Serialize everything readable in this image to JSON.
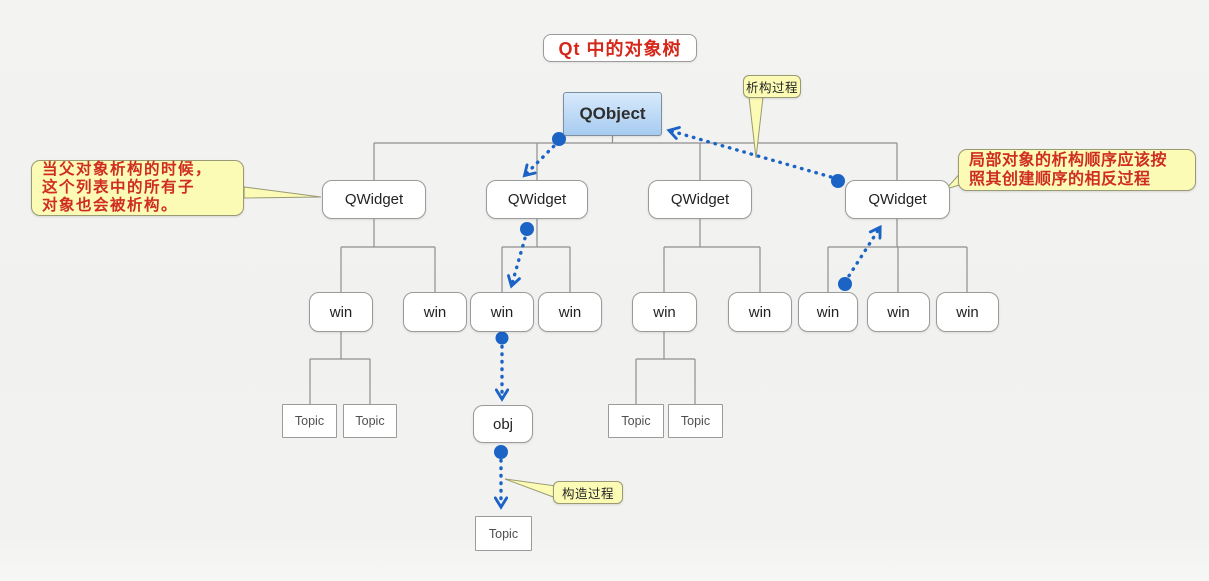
{
  "colors": {
    "arrow_blue": "#1b64c6",
    "line_gray": "#8f8f8f",
    "callout_yellow": "#fbfbb6",
    "note_text_red": "#cf2d21",
    "title_red": "#d5281b",
    "qobject_fill_top": "#d8eafb",
    "qobject_fill_bottom": "#a6cbf0"
  },
  "title": {
    "label": "Qt 中的对象树"
  },
  "tree": {
    "root": {
      "label": "QObject"
    },
    "qwidgets": [
      {
        "label": "QWidget"
      },
      {
        "label": "QWidget"
      },
      {
        "label": "QWidget"
      },
      {
        "label": "QWidget"
      }
    ],
    "wins": [
      {
        "label": "win"
      },
      {
        "label": "win"
      },
      {
        "label": "win"
      },
      {
        "label": "win"
      },
      {
        "label": "win"
      },
      {
        "label": "win"
      },
      {
        "label": "win"
      },
      {
        "label": "win"
      },
      {
        "label": "win"
      }
    ],
    "obj": {
      "label": "obj"
    },
    "topics": [
      {
        "label": "Topic"
      },
      {
        "label": "Topic"
      },
      {
        "label": "Topic"
      },
      {
        "label": "Topic"
      },
      {
        "label": "Topic"
      }
    ]
  },
  "callouts": {
    "destruct_process": {
      "label": "析构过程"
    },
    "construct_process": {
      "label": "构造过程"
    },
    "parent_destruct_note": {
      "lines": [
        "当父对象析构的时候，",
        "这个列表中的所有子",
        "对象也会被析构。"
      ]
    },
    "reverse_order_note": {
      "lines": [
        "局部对象的析构顺序应该按",
        "照其创建顺序的相反过程"
      ]
    }
  }
}
